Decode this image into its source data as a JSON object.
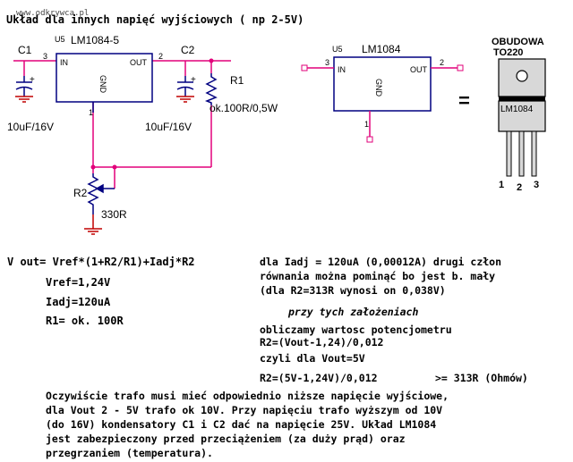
{
  "header": {
    "website": "www.odkrywca.pl",
    "title": "Układ dla innych napięć wyjściowych ( np 2-5V)"
  },
  "schematic": {
    "u_label": "U5",
    "regulator_name": "LM1084-5",
    "pin_in": "IN",
    "pin_out": "OUT",
    "pin_gnd": "GND",
    "pin_num_in": "3",
    "pin_num_out": "2",
    "pin_num_gnd": "1",
    "c1_name": "C1",
    "c1_value": "10uF/16V",
    "c2_name": "C2",
    "c2_value": "10uF/16V",
    "r1_name": "R1",
    "r1_value": "ok.100R/0,5W",
    "r2_name": "R2",
    "r2_value": "330R",
    "plus": "+"
  },
  "symbol": {
    "u_label": "U5",
    "name": "LM1084",
    "pin_in": "IN",
    "pin_out": "OUT",
    "pin_gnd": "GND",
    "pin_num_in": "3",
    "pin_num_out": "2",
    "pin_num_gnd": "1"
  },
  "equals": "=",
  "package": {
    "title_line1": "OBUDOWA",
    "title_line2": "TO220",
    "marking": "LM1084",
    "pins": [
      "1",
      "2",
      "3"
    ]
  },
  "formulas": {
    "main": "V out= Vref*(1+R2/R1)+Iadj*R2",
    "vref": "Vref=1,24V",
    "iadj": "Iadj=120uA",
    "r1": "R1= ok. 100R"
  },
  "notes": {
    "line1": "dla Iadj = 120uA (0,00012A) drugi człon",
    "line2": "równania można pominąć bo jest b. mały",
    "line3": "(dla R2=313R wynosi on 0,038V)",
    "assumptions": "przy tych założeniach",
    "calc1": "obliczamy wartosc potencjometru",
    "calc2": "R2=(Vout-1,24)/0,012",
    "calc3": "czyli dla Vout=5V",
    "calc4": "R2=(5V-1,24V)/0,012",
    "calc5": ">= 313R (Ohmów)"
  },
  "footer": {
    "line1": "Oczywiście trafo musi mieć odpowiednio niższe napięcie wyjściowe,",
    "line2": "dla Vout 2 - 5V  trafo ok 10V. Przy napięciu trafo wyższym od 10V",
    "line3": "(do 16V) kondensatory C1 i C2 dać na napięcie 25V. Układ LM1084",
    "line4": "jest zabezpieczony przed przeciążeniem (za duży prąd) oraz",
    "line5": "przegrzaniem (temperatura)."
  },
  "colors": {
    "wire": "#e2007a",
    "component": "#000080",
    "ground": "#c00000",
    "package_body": "#d8d8d8"
  }
}
